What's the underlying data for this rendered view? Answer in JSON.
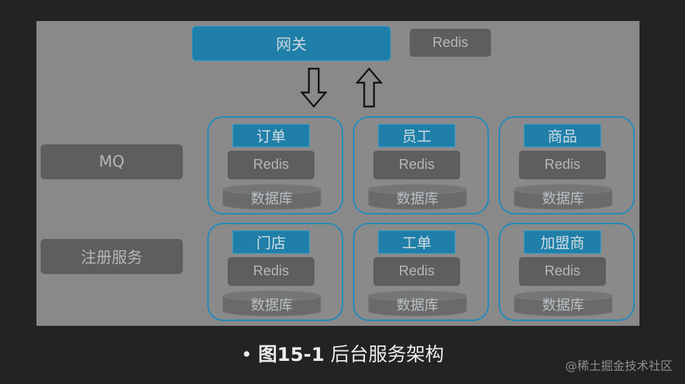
{
  "gateway": {
    "label": "网关"
  },
  "top_redis": {
    "label": "Redis"
  },
  "side": {
    "mq": "MQ",
    "registry": "注册服务"
  },
  "services": [
    {
      "title": "订单",
      "cache": "Redis",
      "db": "数据库"
    },
    {
      "title": "员工",
      "cache": "Redis",
      "db": "数据库"
    },
    {
      "title": "商品",
      "cache": "Redis",
      "db": "数据库"
    },
    {
      "title": "门店",
      "cache": "Redis",
      "db": "数据库"
    },
    {
      "title": "工单",
      "cache": "Redis",
      "db": "数据库"
    },
    {
      "title": "加盟商",
      "cache": "Redis",
      "db": "数据库"
    }
  ],
  "caption": {
    "bullet": "•",
    "figure": "图15-1",
    "text": "后台服务架构"
  },
  "watermark": "@稀土掘金技术社区",
  "colors": {
    "accent": "#1f7fa8",
    "panel": "#898989",
    "box": "#5e5e5e",
    "page": "#222325"
  }
}
